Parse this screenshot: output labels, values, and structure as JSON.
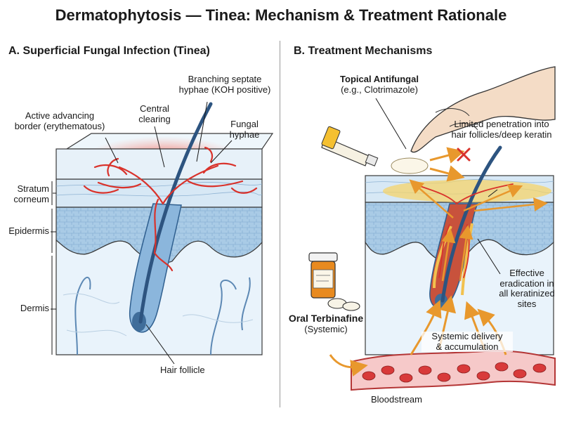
{
  "title": "Dermatophytosis — Tinea: Mechanism & Treatment Rationale",
  "panel_a": {
    "heading": "A. Superficial Fungal Infection (Tinea)",
    "labels": {
      "active_border_1": "Active advancing",
      "active_border_2": "border (erythematous)",
      "central_clearing_1": "Central",
      "central_clearing_2": "clearing",
      "branching_1": "Branching septate",
      "branching_2": "hyphae (KOH positive)",
      "fungal_hyphae_1": "Fungal",
      "fungal_hyphae_2": "hyphae",
      "stratum_1": "Stratum",
      "stratum_2": "corneum",
      "epidermis": "Epidermis",
      "dermis": "Dermis",
      "hair_follicle": "Hair follicle"
    }
  },
  "panel_b": {
    "heading": "B. Treatment Mechanisms",
    "labels": {
      "topical_1": "Topical Antifungal",
      "topical_2": "(e.g., Clotrimazole)",
      "limited_1": "Limited penetration into",
      "limited_2": "hair follicles/deep keratin",
      "effective_1": "Effective",
      "effective_2": "eradication in",
      "effective_3": "all keratinized",
      "effective_4": "sites",
      "oral_1": "Oral Terbinafine",
      "oral_2": "(Systemic)",
      "systemic_1": "Systemic delivery",
      "systemic_2": "& accumulation",
      "bloodstream": "Bloodstream"
    }
  },
  "colors": {
    "epidermis": "#a9cbe6",
    "stratum": "#d7e8f5",
    "dermis": "#e9f3fb",
    "hyphae": "#d9322b",
    "erythema": "#f07a72",
    "arrow": "#f0a93a",
    "vessel": "#b43636",
    "rbc": "#d83a3a"
  }
}
